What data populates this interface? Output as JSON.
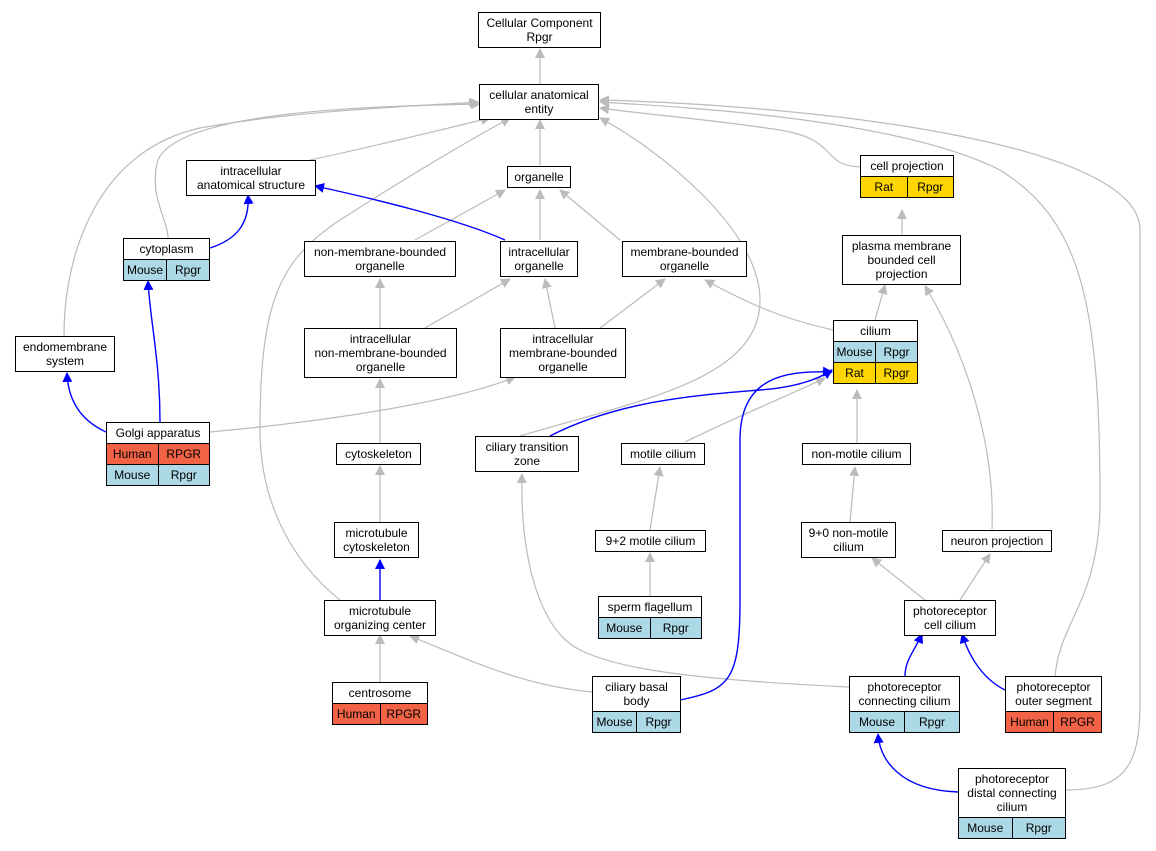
{
  "colors": {
    "human": "#f26346",
    "mouse": "#add8e6",
    "rat": "#ffd500",
    "is_a_edge": "#bbbbbb",
    "part_of_edge": "#0000ff"
  },
  "nodes": {
    "root": {
      "label": "Cellular Component\nRpgr",
      "annotations": []
    },
    "cae": {
      "label": "cellular anatomical\nentity",
      "annotations": []
    },
    "ias": {
      "label": "intracellular\nanatomical structure",
      "annotations": []
    },
    "organelle": {
      "label": "organelle",
      "annotations": []
    },
    "cellproj": {
      "label": "cell projection",
      "annotations": [
        {
          "species": "Rat",
          "gene": "Rpgr"
        }
      ]
    },
    "cytoplasm": {
      "label": "cytoplasm",
      "annotations": [
        {
          "species": "Mouse",
          "gene": "Rpgr"
        }
      ]
    },
    "nmbo": {
      "label": "non-membrane-bounded\norganelle",
      "annotations": []
    },
    "io": {
      "label": "intracellular\norganelle",
      "annotations": []
    },
    "mbo": {
      "label": "membrane-bounded\norganelle",
      "annotations": []
    },
    "pmbcp": {
      "label": "plasma membrane\nbounded cell\nprojection",
      "annotations": []
    },
    "endomem": {
      "label": "endomembrane\nsystem",
      "annotations": []
    },
    "inmbo": {
      "label": "intracellular\nnon-membrane-bounded\norganelle",
      "annotations": []
    },
    "imbo": {
      "label": "intracellular\nmembrane-bounded\norganelle",
      "annotations": []
    },
    "cilium": {
      "label": "cilium",
      "annotations": [
        {
          "species": "Mouse",
          "gene": "Rpgr"
        },
        {
          "species": "Rat",
          "gene": "Rpgr"
        }
      ]
    },
    "golgi": {
      "label": "Golgi apparatus",
      "annotations": [
        {
          "species": "Human",
          "gene": "RPGR"
        },
        {
          "species": "Mouse",
          "gene": "Rpgr"
        }
      ]
    },
    "cytoskel": {
      "label": "cytoskeleton",
      "annotations": []
    },
    "ctz": {
      "label": "ciliary transition\nzone",
      "annotations": []
    },
    "motile": {
      "label": "motile cilium",
      "annotations": []
    },
    "nonmotile": {
      "label": "non-motile cilium",
      "annotations": []
    },
    "mtcyto": {
      "label": "microtubule\ncytoskeleton",
      "annotations": []
    },
    "mot92": {
      "label": "9+2 motile cilium",
      "annotations": []
    },
    "nm90": {
      "label": "9+0 non-motile\ncilium",
      "annotations": []
    },
    "neuronproj": {
      "label": "neuron projection",
      "annotations": []
    },
    "mtoc": {
      "label": "microtubule\norganizing center",
      "annotations": []
    },
    "sperm": {
      "label": "sperm flagellum",
      "annotations": [
        {
          "species": "Mouse",
          "gene": "Rpgr"
        }
      ]
    },
    "prcc": {
      "label": "photoreceptor\ncell cilium",
      "annotations": []
    },
    "centrosome": {
      "label": "centrosome",
      "annotations": [
        {
          "species": "Human",
          "gene": "RPGR"
        }
      ]
    },
    "cbb": {
      "label": "ciliary basal\nbody",
      "annotations": [
        {
          "species": "Mouse",
          "gene": "Rpgr"
        }
      ]
    },
    "prconn": {
      "label": "photoreceptor\nconnecting cilium",
      "annotations": [
        {
          "species": "Mouse",
          "gene": "Rpgr"
        }
      ]
    },
    "pros": {
      "label": "photoreceptor\nouter segment",
      "annotations": [
        {
          "species": "Human",
          "gene": "RPGR"
        }
      ]
    },
    "prdist": {
      "label": "photoreceptor\ndistal connecting\ncilium",
      "annotations": [
        {
          "species": "Mouse",
          "gene": "Rpgr"
        }
      ]
    }
  }
}
